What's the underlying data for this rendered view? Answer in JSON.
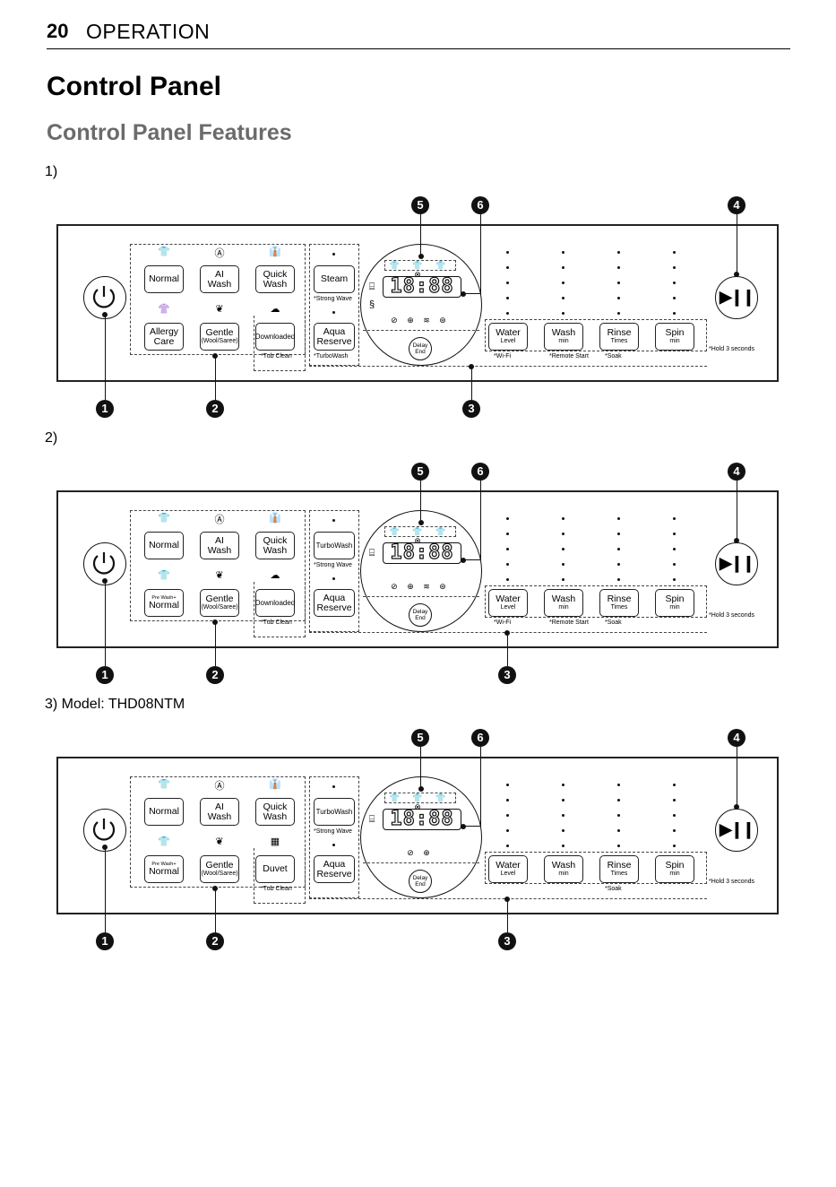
{
  "header": {
    "page_number": "20",
    "section": "OPERATION"
  },
  "title": "Control Panel",
  "subtitle": "Control Panel Features",
  "variants": [
    {
      "label": "1)",
      "courses_top": [
        "Normal",
        "AI|Wash",
        "Quick|Wash"
      ],
      "courses_bottom": [
        {
          "main": "Allergy|Care",
          "pre": "",
          "sub": ""
        },
        {
          "main": "Gentle",
          "pre": "",
          "sub": "(Wool/Saree)"
        },
        {
          "main": "Downloaded",
          "pre": "",
          "sub": ""
        }
      ],
      "steam_btn": "Steam",
      "steam_note": "*Strong Wave",
      "aqua_btn": "Aqua|Reserve",
      "aqua_note": "*TurboWash",
      "tub_note": "*Tub Clean",
      "options": [
        {
          "main": "Water",
          "sub": "Level",
          "note": "*Wi-Fi"
        },
        {
          "main": "Wash",
          "sub": "min",
          "note": "*Remote Start"
        },
        {
          "main": "Rinse",
          "sub": "Times",
          "note": "*Soak"
        },
        {
          "main": "Spin",
          "sub": "min",
          "note": ""
        }
      ],
      "hold_note": "*Hold 3 seconds",
      "display": "18:88",
      "delay": "Delay|End",
      "top_icons": "👕 👕 👕 ⊗",
      "bottom_icons": "⊘ ⊕ ≋ ⊛",
      "callout_top": [
        "5",
        "6",
        "4"
      ],
      "callout_bottom": [
        "1",
        "2",
        "3"
      ]
    },
    {
      "label": "2)",
      "courses_top": [
        "Normal",
        "AI|Wash",
        "Quick|Wash"
      ],
      "courses_bottom": [
        {
          "main": "Normal",
          "pre": "Pre Wash+",
          "sub": ""
        },
        {
          "main": "Gentle",
          "pre": "",
          "sub": "(Wool/Saree)"
        },
        {
          "main": "Downloaded",
          "pre": "",
          "sub": ""
        }
      ],
      "steam_btn": "TurboWash",
      "steam_note": "*Strong Wave",
      "aqua_btn": "Aqua|Reserve",
      "aqua_note": "",
      "tub_note": "*Tub Clean",
      "options": [
        {
          "main": "Water",
          "sub": "Level",
          "note": "*Wi-Fi"
        },
        {
          "main": "Wash",
          "sub": "min",
          "note": "*Remote Start"
        },
        {
          "main": "Rinse",
          "sub": "Times",
          "note": "*Soak"
        },
        {
          "main": "Spin",
          "sub": "min",
          "note": ""
        }
      ],
      "hold_note": "*Hold 3 seconds",
      "display": "18:88",
      "delay": "Delay|End",
      "top_icons": "👕 👕 👕 ⊗",
      "bottom_icons": "⊘ ⊕ ≋ ⊛",
      "callout_top": [
        "5",
        "6",
        "4"
      ],
      "callout_bottom": [
        "1",
        "2",
        "3"
      ]
    },
    {
      "label": "3)  Model: THD08NTM",
      "courses_top": [
        "Normal",
        "AI|Wash",
        "Quick|Wash"
      ],
      "courses_bottom": [
        {
          "main": "Normal",
          "pre": "Pre Wash+",
          "sub": ""
        },
        {
          "main": "Gentle",
          "pre": "",
          "sub": "(Wool/Saree)"
        },
        {
          "main": "Duvet",
          "pre": "",
          "sub": ""
        }
      ],
      "steam_btn": "TurboWash",
      "steam_note": "*Strong Wave",
      "aqua_btn": "Aqua|Reserve",
      "aqua_note": "",
      "tub_note": "*Tub Clean",
      "options": [
        {
          "main": "Water",
          "sub": "Level",
          "note": ""
        },
        {
          "main": "Wash",
          "sub": "min",
          "note": ""
        },
        {
          "main": "Rinse",
          "sub": "Times",
          "note": "*Soak"
        },
        {
          "main": "Spin",
          "sub": "min",
          "note": ""
        }
      ],
      "hold_note": "*Hold 3 seconds",
      "display": "18:88",
      "delay": "Delay|End",
      "top_icons": "👕 👕 👕 ⊗",
      "bottom_icons": "⊘ ⊕",
      "callout_top": [
        "5",
        "6",
        "4"
      ],
      "callout_bottom": [
        "1",
        "2",
        "3"
      ]
    }
  ]
}
